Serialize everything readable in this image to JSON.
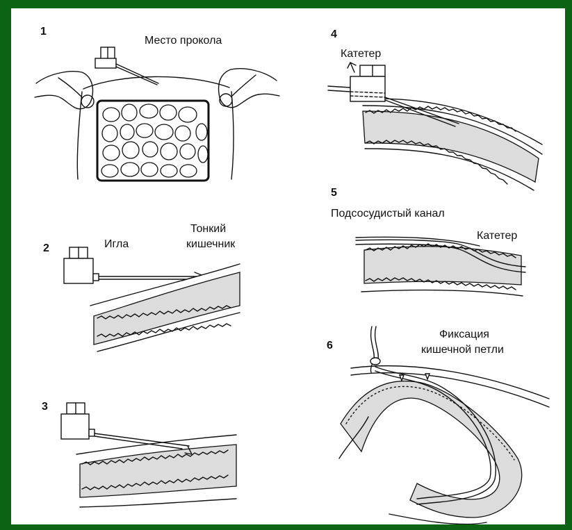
{
  "frame_color": "#0a6414",
  "panels": [
    {
      "number": "1",
      "labels": [
        "Место прокола"
      ]
    },
    {
      "number": "2",
      "labels": [
        "Игла",
        "Тонкий",
        "кишечник"
      ]
    },
    {
      "number": "3",
      "labels": []
    },
    {
      "number": "4",
      "labels": [
        "Катетер"
      ]
    },
    {
      "number": "5",
      "labels": [
        "Подсосудистый канал",
        "Катетер"
      ]
    },
    {
      "number": "6",
      "labels": [
        "Фиксация",
        "кишечной петли"
      ]
    }
  ]
}
